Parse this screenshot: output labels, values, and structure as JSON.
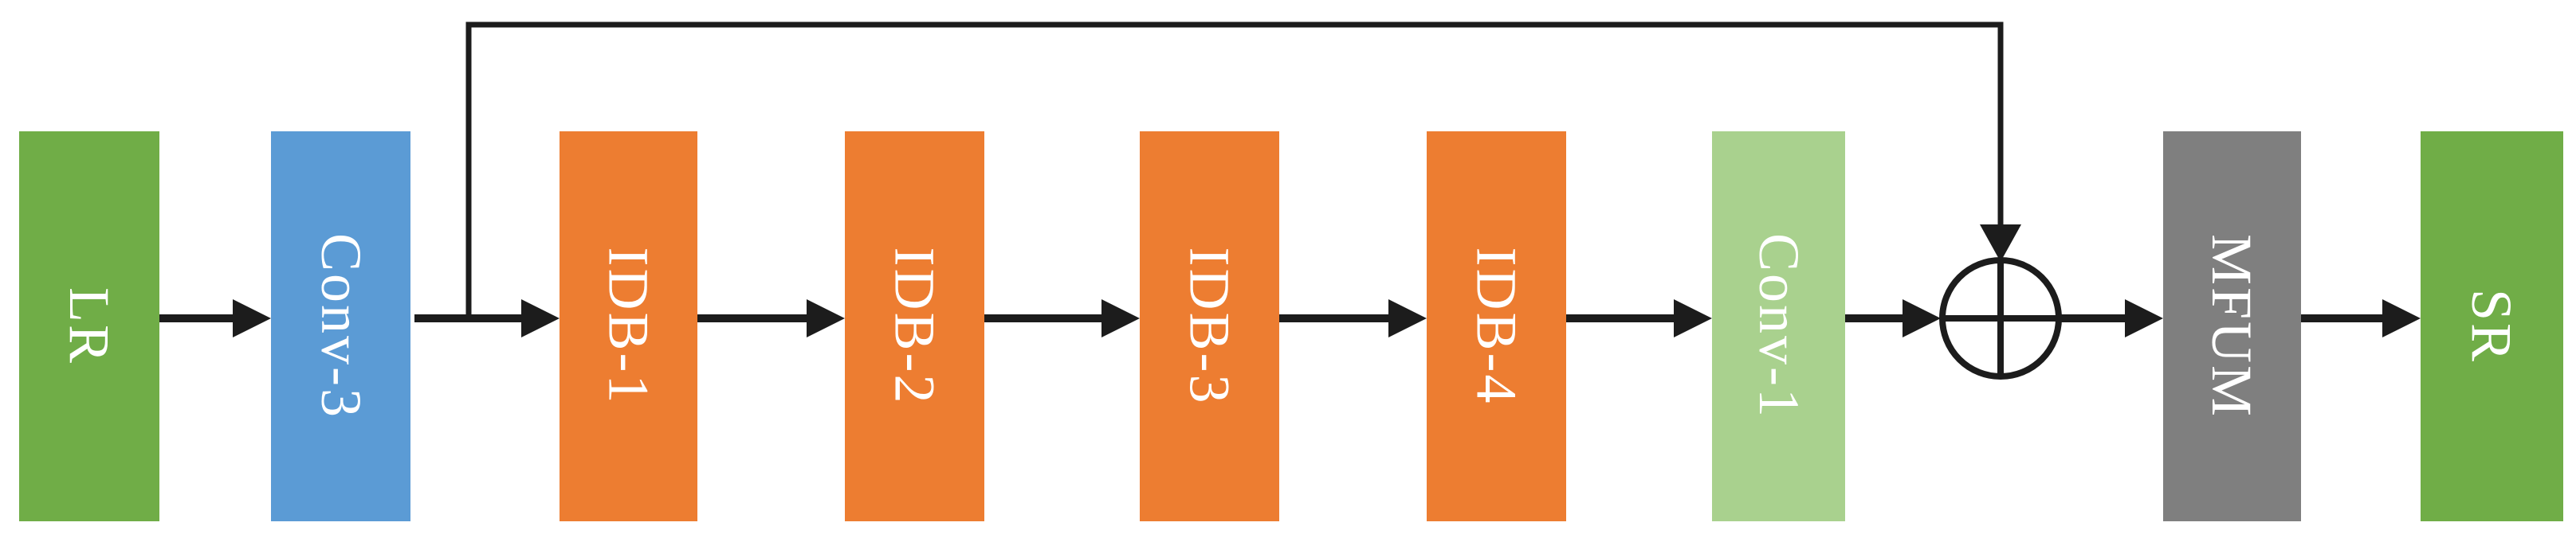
{
  "diagram": {
    "background_color": "#ffffff",
    "line_color": "#1c1c1c",
    "text_color": "#ffffff",
    "blocks": [
      {
        "label": "LR",
        "color": "#70AD47",
        "role": "input"
      },
      {
        "label": "Conv-3",
        "color": "#5B9BD5",
        "role": "convolution"
      },
      {
        "label": "IDB-1",
        "color": "#ED7D31",
        "role": "block"
      },
      {
        "label": "IDB-2",
        "color": "#ED7D31",
        "role": "block"
      },
      {
        "label": "IDB-3",
        "color": "#ED7D31",
        "role": "block"
      },
      {
        "label": "IDB-4",
        "color": "#ED7D31",
        "role": "block"
      },
      {
        "label": "Conv-1",
        "color": "#A9D18E",
        "role": "convolution"
      },
      {
        "label": "MFUM",
        "color": "#7F7F7F",
        "role": "block"
      },
      {
        "label": "SR",
        "color": "#70AD47",
        "role": "output"
      }
    ],
    "add_node": {
      "symbol": "⊕",
      "shape": "circle-plus"
    },
    "skip_connection": {
      "from": "Conv-3 output",
      "to": "circle-plus-add-node"
    }
  }
}
